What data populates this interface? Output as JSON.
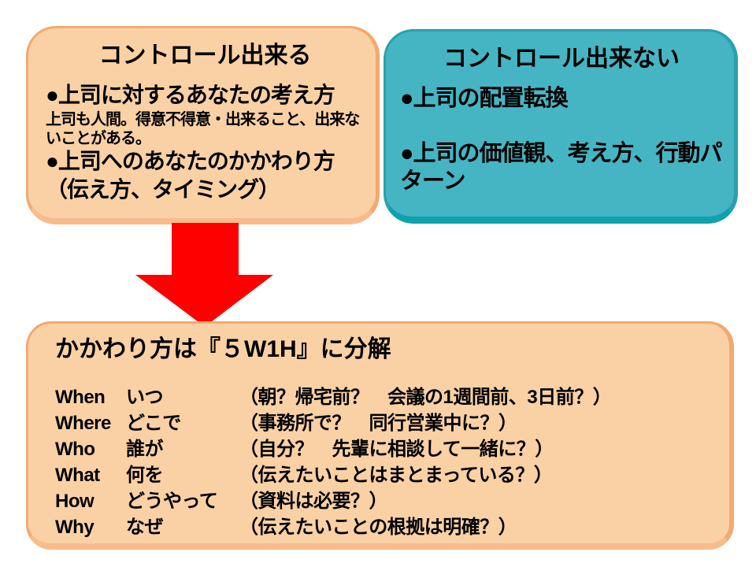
{
  "slide": {
    "background": "#FFFFFF",
    "text_color": "#000000",
    "controllable_box": {
      "fill": "#FAD1A4",
      "border_color": "#F3A96F",
      "title": "コントロール出来る",
      "bullet_1": "●上司に対するあなたの考え方",
      "note": "上司も人間。得意不得意・出来ること、出来ないことがある。",
      "bullet_2": "●上司へのあなたのかかわり方",
      "bullet_2_sub": "（伝え方、タイミング）"
    },
    "uncontrollable_box": {
      "fill": "#46B5C3",
      "border_color": "#2AA0AF",
      "title": "コントロール出来ない",
      "bullet_1": "●上司の配置転換",
      "bullet_2": "●上司の価値観、考え方、行動パターン"
    },
    "down_arrow": {
      "color": "#FF0000",
      "direction": "down"
    },
    "breakdown_box": {
      "fill": "#FAD1A4",
      "border_color": "#F3A96F",
      "title": "かかわり方は『５W1H』に分解",
      "rows": [
        {
          "word": "When",
          "reading": "いつ",
          "detail": "（朝？帰宅前？　会議の1週間前、3日前？）"
        },
        {
          "word": "Where",
          "reading": "どこで",
          "detail": "（事務所で？　同行営業中に？）"
        },
        {
          "word": "Who",
          "reading": "誰が",
          "detail": "（自分？　先輩に相談して一緒に？）"
        },
        {
          "word": "What",
          "reading": "何を",
          "detail": "（伝えたいことはまとまっている？）"
        },
        {
          "word": "How",
          "reading": "どうやって",
          "detail": "（資料は必要？）"
        },
        {
          "word": "Why",
          "reading": "なぜ",
          "detail": "（伝えたいことの根拠は明確？）"
        }
      ]
    }
  }
}
